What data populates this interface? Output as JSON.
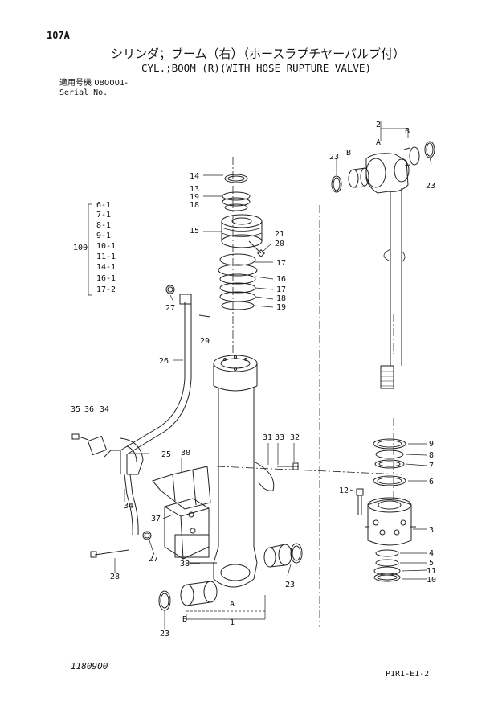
{
  "header": {
    "sheet_no": "107A",
    "title_jp": "シリンダ；ブーム（右）（ホースラプチヤーバルブ付）",
    "title_en": "CYL.;BOOM (R)(WITH HOSE RUPTURE VALVE)",
    "serial_label_jp": "適用号機",
    "serial_value": "080001-",
    "serial_label_en": "Serial No."
  },
  "footer": {
    "figure_no": "1180900",
    "page_ref": "P1R1-E1-2"
  },
  "kit_callout": {
    "label": "100",
    "items": [
      "6-1",
      "7-1",
      "8-1",
      "9-1",
      "10-1",
      "11-1",
      "14-1",
      "16-1",
      "17-2"
    ]
  },
  "callouts": {
    "c2": "2",
    "cB_top": "B",
    "cA_top": "A",
    "cB_left": "B",
    "c23_top_left": "23",
    "c23_top_right": "23",
    "c14": "14",
    "c13": "13",
    "c19a": "19",
    "c18a": "18",
    "c15": "15",
    "c21": "21",
    "c20": "20",
    "c17a": "17",
    "c16": "16",
    "c17b": "17",
    "c18b": "18",
    "c19b": "19",
    "c27a": "27",
    "c29": "29",
    "c26": "26",
    "c35": "35",
    "c36": "36",
    "c34a": "34",
    "c25": "25",
    "c30": "30",
    "c31": "31",
    "c33": "33",
    "c32": "32",
    "c34b": "34",
    "c37": "37",
    "c27b": "27",
    "c28": "28",
    "c38": "38",
    "c23_bot_right": "23",
    "cA_bot": "A",
    "cB_bot": "B",
    "c1": "1",
    "c23_bot_left": "23",
    "c9": "9",
    "c8": "8",
    "c7": "7",
    "c6": "6",
    "c12": "12",
    "c3": "3",
    "c4": "4",
    "c5": "5",
    "c11": "11",
    "c10": "10"
  }
}
